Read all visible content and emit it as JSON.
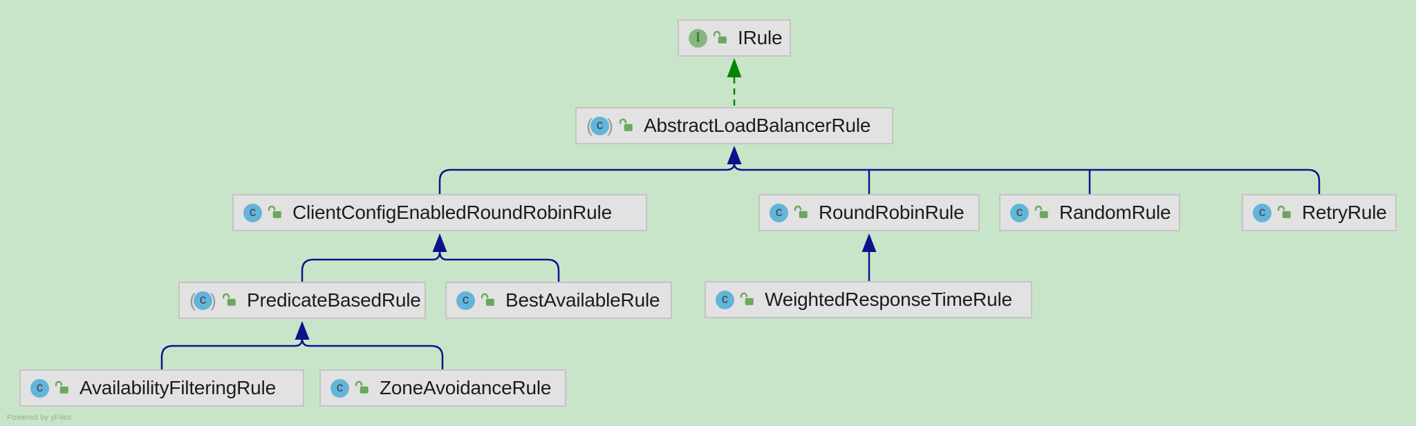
{
  "diagram": {
    "kind": "uml-class-hierarchy",
    "tool": "IntelliJ IDEA diagram (yFiles)"
  },
  "colors": {
    "background": "#c9e5c9",
    "node_fill": "#e2e2e2",
    "node_border": "#c4c4c4",
    "edge_inheritance": "#10108e",
    "edge_realization": "#048404",
    "class_icon_fill": "#63b4d9",
    "interface_icon_fill": "#85b87c",
    "icon_letter": "#3c4043",
    "paren_gray": "#9a9a9a",
    "label_text": "#1c1c1c"
  },
  "icons": {
    "class_letter": "c",
    "interface_letter": "I",
    "abstract_class_marker": "(c)",
    "visibility_icon": "open-padlock-green"
  },
  "nodes": [
    {
      "label": "IRule",
      "type": "interface",
      "visibility": "public"
    },
    {
      "label": "AbstractLoadBalancerRule",
      "type": "abstract-class",
      "visibility": "public"
    },
    {
      "label": "ClientConfigEnabledRoundRobinRule",
      "type": "class",
      "visibility": "public"
    },
    {
      "label": "RoundRobinRule",
      "type": "class",
      "visibility": "public"
    },
    {
      "label": "RandomRule",
      "type": "class",
      "visibility": "public"
    },
    {
      "label": "RetryRule",
      "type": "class",
      "visibility": "public"
    },
    {
      "label": "PredicateBasedRule",
      "type": "abstract-class",
      "visibility": "public"
    },
    {
      "label": "BestAvailableRule",
      "type": "class",
      "visibility": "public"
    },
    {
      "label": "WeightedResponseTimeRule",
      "type": "class",
      "visibility": "public"
    },
    {
      "label": "AvailabilityFilteringRule",
      "type": "class",
      "visibility": "public"
    },
    {
      "label": "ZoneAvoidanceRule",
      "type": "class",
      "visibility": "public"
    }
  ],
  "edges": [
    {
      "from": "AbstractLoadBalancerRule",
      "to": "IRule",
      "type": "realization"
    },
    {
      "from": "ClientConfigEnabledRoundRobinRule",
      "to": "AbstractLoadBalancerRule",
      "type": "generalization"
    },
    {
      "from": "RoundRobinRule",
      "to": "AbstractLoadBalancerRule",
      "type": "generalization"
    },
    {
      "from": "RandomRule",
      "to": "AbstractLoadBalancerRule",
      "type": "generalization"
    },
    {
      "from": "RetryRule",
      "to": "AbstractLoadBalancerRule",
      "type": "generalization"
    },
    {
      "from": "PredicateBasedRule",
      "to": "ClientConfigEnabledRoundRobinRule",
      "type": "generalization"
    },
    {
      "from": "BestAvailableRule",
      "to": "ClientConfigEnabledRoundRobinRule",
      "type": "generalization"
    },
    {
      "from": "WeightedResponseTimeRule",
      "to": "RoundRobinRule",
      "type": "generalization"
    },
    {
      "from": "AvailabilityFilteringRule",
      "to": "PredicateBasedRule",
      "type": "generalization"
    },
    {
      "from": "ZoneAvoidanceRule",
      "to": "PredicateBasedRule",
      "type": "generalization"
    }
  ],
  "watermark": {
    "text": "Powered by yFiles"
  }
}
